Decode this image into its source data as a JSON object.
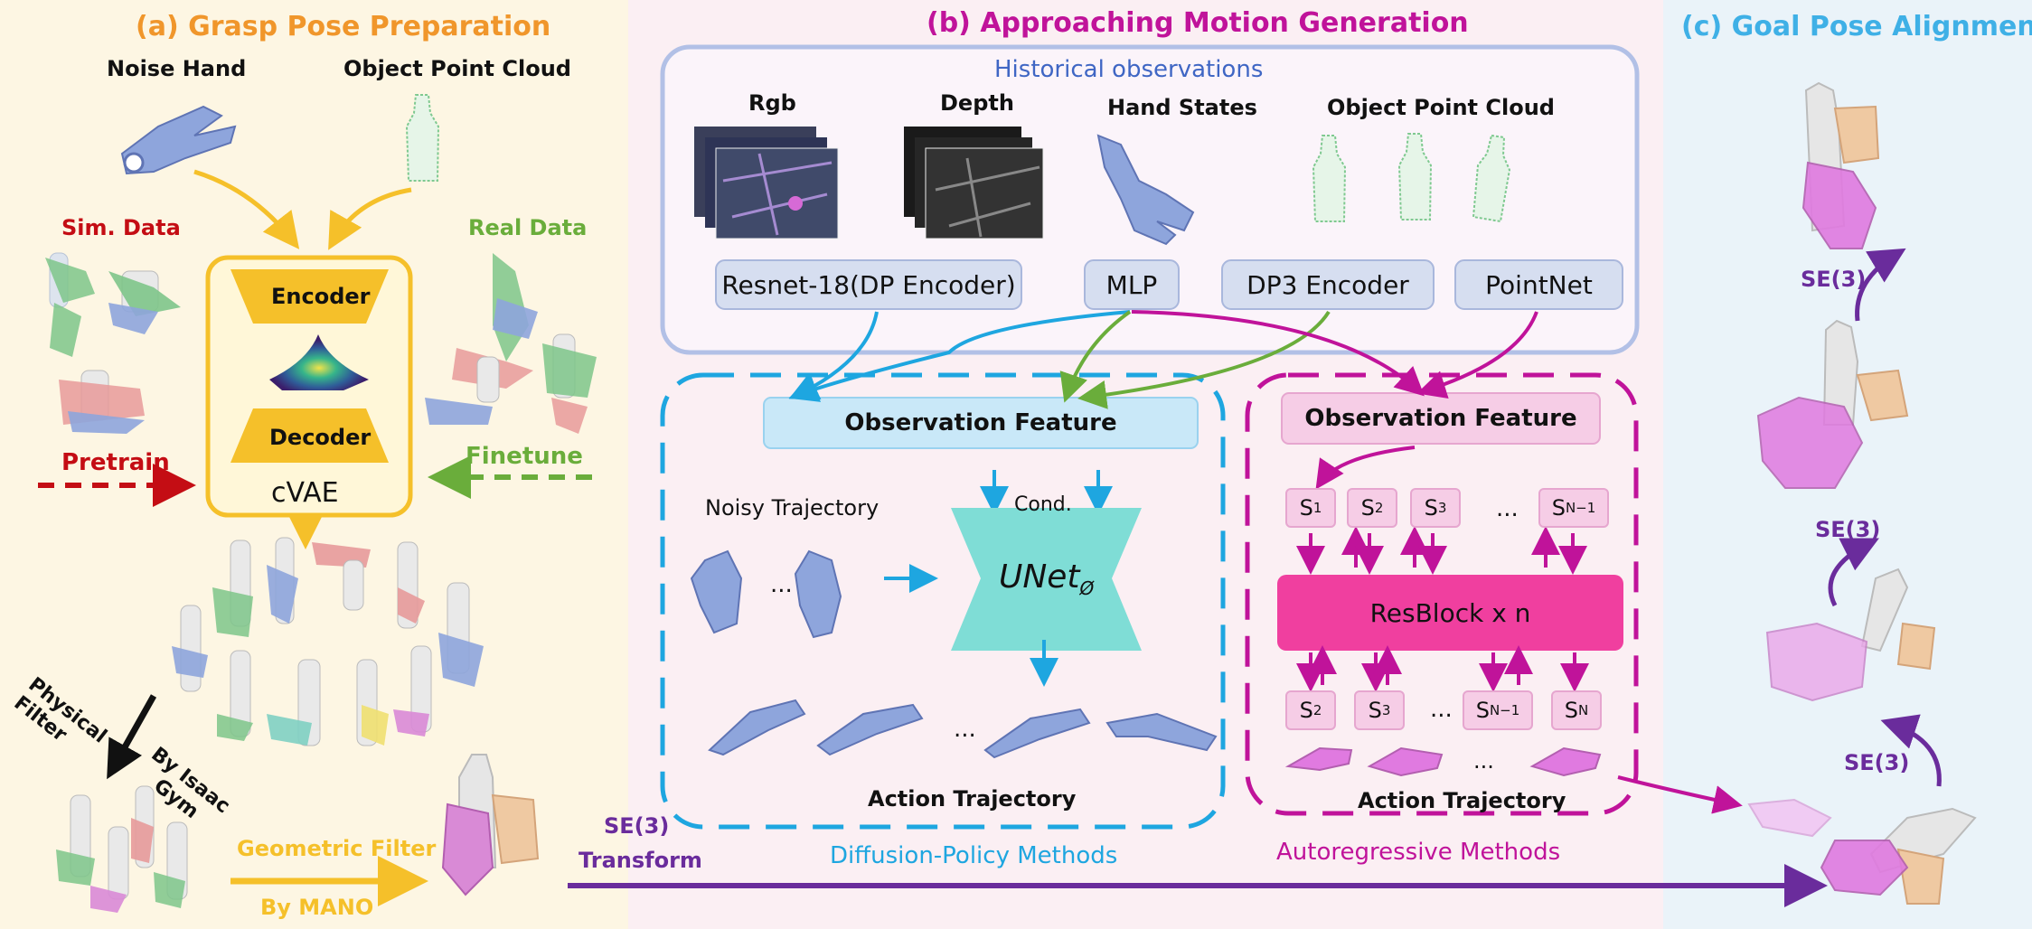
{
  "panels": {
    "a": {
      "title": "(a) Grasp Pose Preparation",
      "noise_hand": "Noise Hand",
      "object_point_cloud": "Object Point Cloud",
      "sim_data": "Sim. Data",
      "real_data": "Real Data",
      "encoder": "Encoder",
      "decoder": "Decoder",
      "cvae": "cVAE",
      "pretrain": "Pretrain",
      "finetune": "Finetune",
      "physical_filter": "Physical Filter",
      "by_isaac_gym": "By Isaac Gym",
      "geometric_filter": "Geometric Filter",
      "by_mano": "By MANO",
      "se3": "SE(3)",
      "transform": "Transform"
    },
    "b": {
      "title": "(b) Approaching Motion Generation",
      "historical_observations": "Historical observations",
      "rgb": "Rgb",
      "depth": "Depth",
      "hand_states": "Hand States",
      "object_point_cloud": "Object Point Cloud",
      "resnet": "Resnet-18(DP Encoder)",
      "mlp": "MLP",
      "dp3": "DP3 Encoder",
      "pointnet": "PointNet",
      "observation_feature_left": "Observation Feature",
      "observation_feature_right": "Observation Feature",
      "noisy_trajectory": "Noisy Trajectory",
      "ellipsis": "...",
      "cond": "Cond.",
      "unet": "UNet",
      "unet_sub": "Ø",
      "action_trajectory_left": "Action Trajectory",
      "action_trajectory_right": "Action Trajectory",
      "diffusion_methods": "Diffusion-Policy Methods",
      "autoregressive_methods": "Autoregressive Methods",
      "resblock": "ResBlock x n",
      "s_letter": "S",
      "top_subs": [
        "1",
        "2",
        "3",
        "N−1"
      ],
      "bottom_subs": [
        "2",
        "3",
        "N−1",
        "N"
      ]
    },
    "c": {
      "title": "(c) Goal Pose Alignment",
      "se3_1": "SE(3)",
      "se3_2": "SE(3)",
      "se3_3": "SE(3)"
    }
  },
  "colors": {
    "orange": "#f0962b",
    "magenta": "#c0139a",
    "cyan": "#1ea6e0",
    "yellow": "#f5c02a",
    "purple": "#6a2c9c",
    "red": "#c40d14",
    "green": "#6aad3b"
  }
}
